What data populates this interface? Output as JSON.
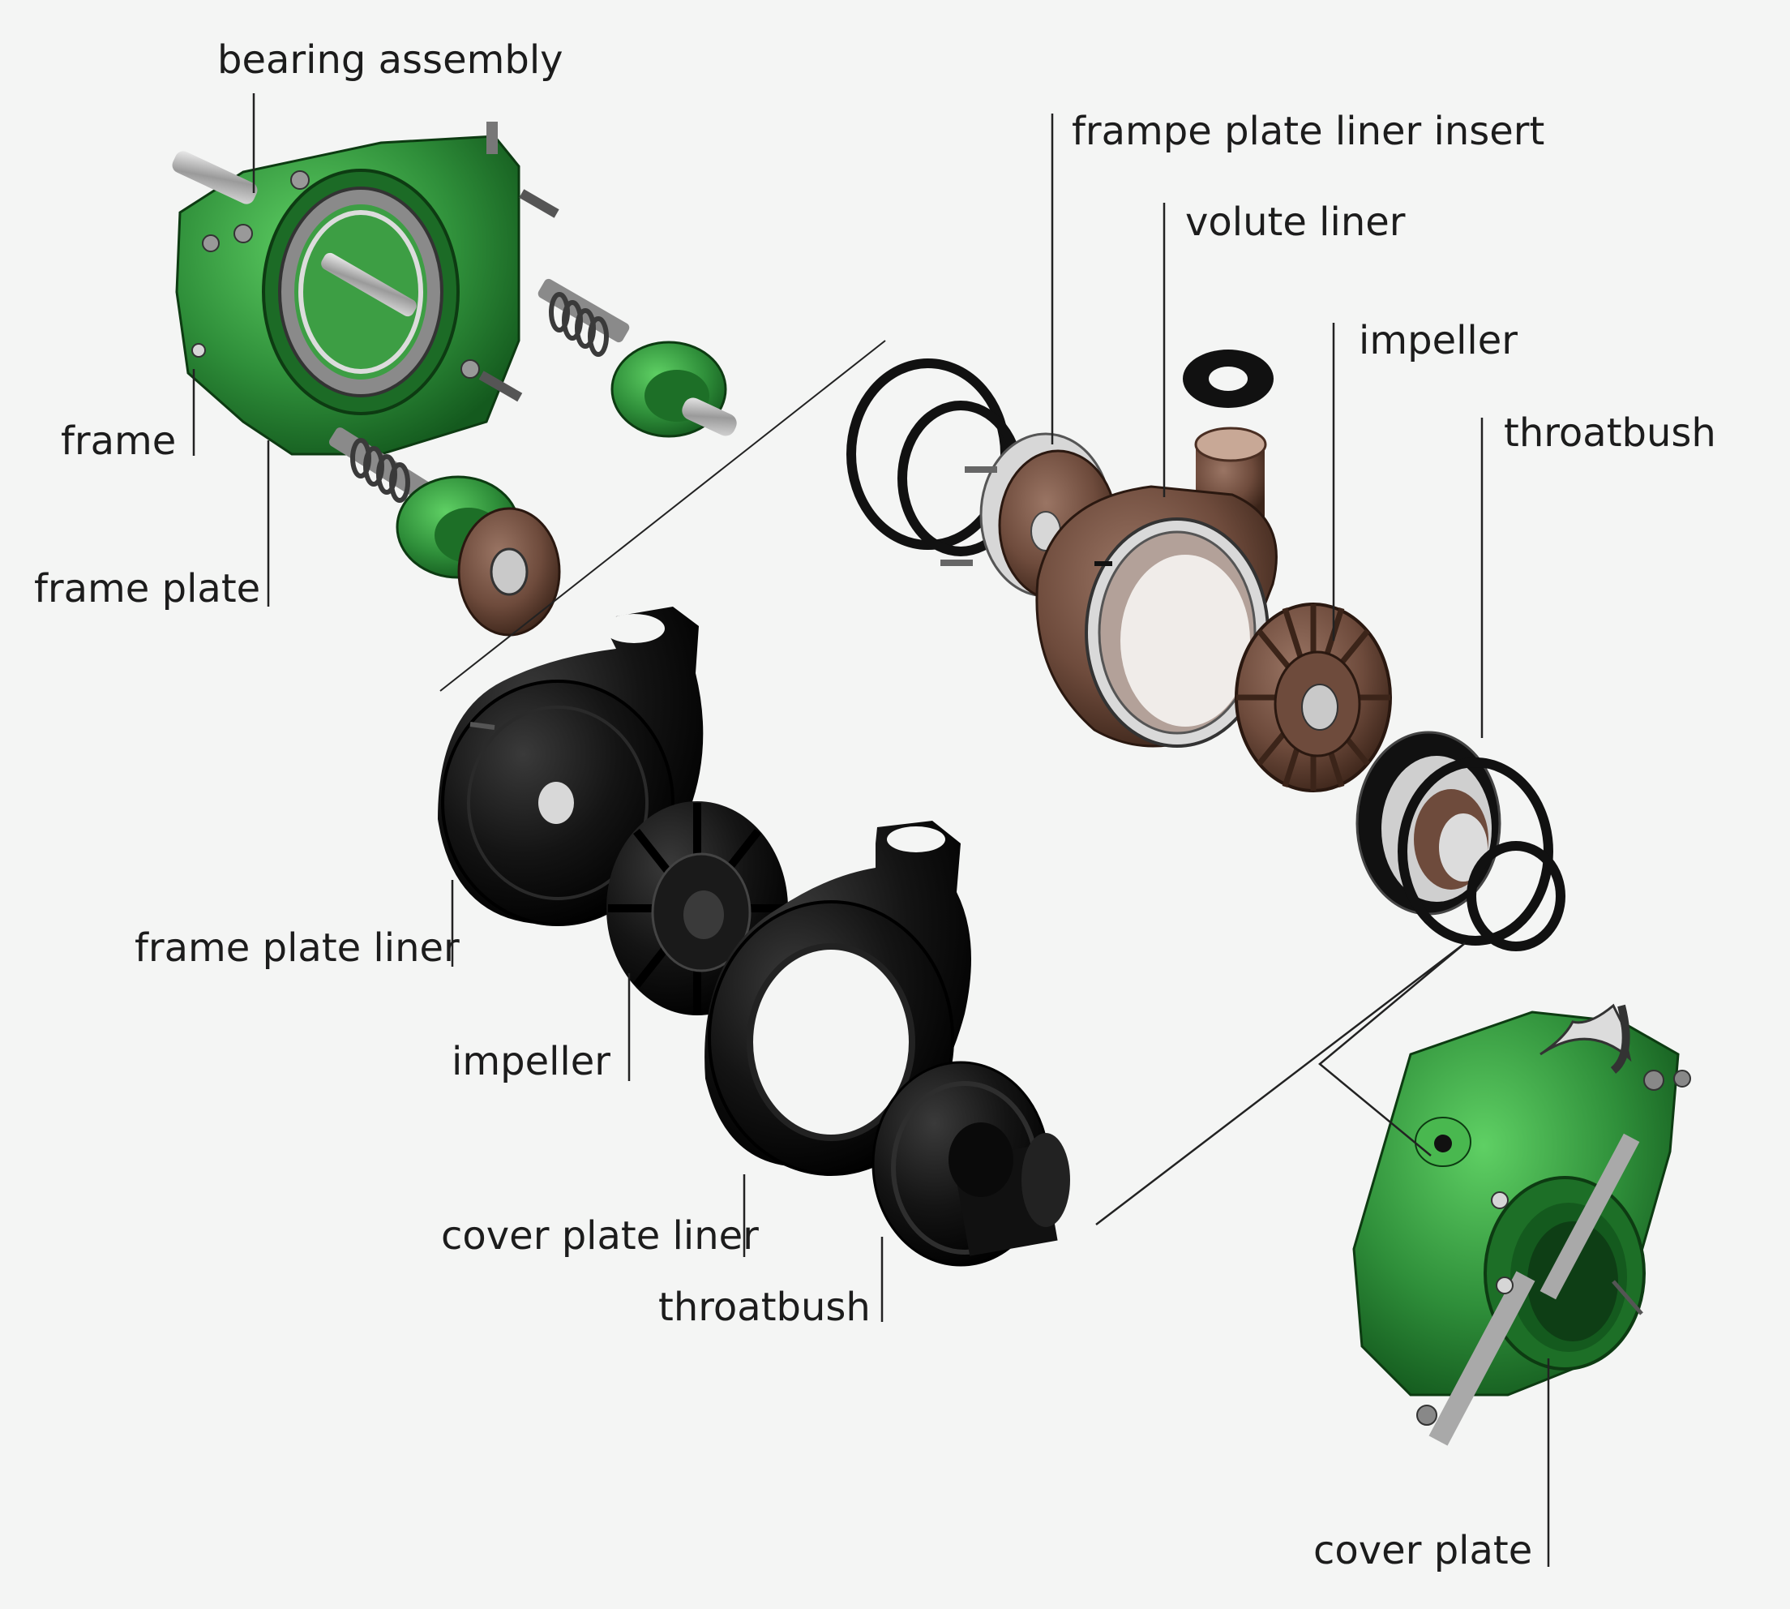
{
  "labels": {
    "bearing_assembly": "bearing assembly",
    "frame": "frame",
    "frame_plate": "frame plate",
    "frampe_plate_liner_insert": "frampe plate liner insert",
    "volute_liner": "volute liner",
    "impeller_top": "impeller",
    "throatbush_top": "throatbush",
    "frame_plate_liner": "frame plate liner",
    "impeller_bottom": "impeller",
    "cover_plate_liner": "cover plate liner",
    "throatbush_bottom": "throatbush",
    "cover_plate": "cover plate"
  },
  "colors": {
    "casting_green": "#2f8f3a",
    "casting_green_light": "#49b84f",
    "metal_brown": "#6e4b3c",
    "rubber_black": "#111111",
    "steel": "#b8b8b8",
    "background": "#f4f5f4"
  }
}
